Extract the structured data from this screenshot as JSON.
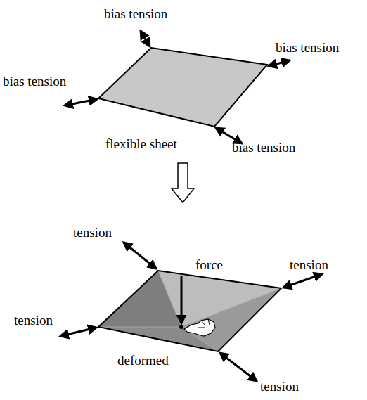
{
  "diagram": {
    "labels": [
      "bias tension",
      "bias tension",
      "bias tension",
      "flexible sheet",
      "bias tension",
      "tension",
      "force",
      "tension",
      "tension",
      "deformed",
      "tension"
    ]
  }
}
